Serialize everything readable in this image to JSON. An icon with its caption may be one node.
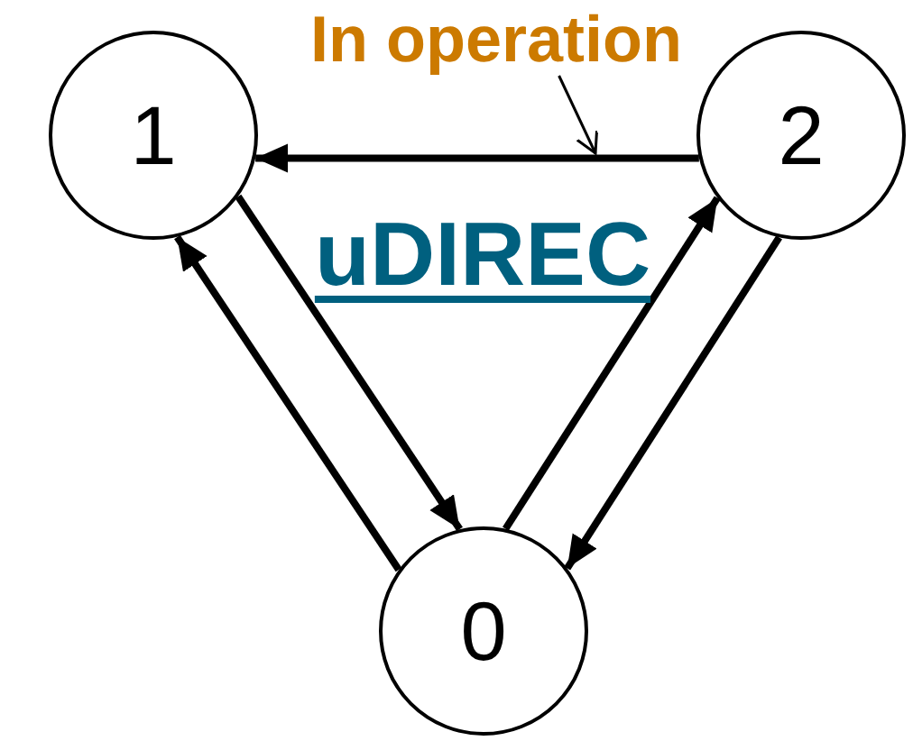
{
  "diagram": {
    "nodes": [
      {
        "text": [
          "In operation"
        ]
      },
      {
        "text": [
          "1"
        ]
      },
      {
        "text": [
          "2"
        ]
      },
      {
        "text": [
          "0"
        ]
      }
    ],
    "edges": [
      {
        "from": 2,
        "to": 1,
        "arrow": "to"
      },
      {
        "from": 1,
        "to": 3,
        "arrow": "to"
      },
      {
        "from": 3,
        "to": 1,
        "arrow": "to"
      },
      {
        "from": 3,
        "to": 2,
        "arrow": "to"
      },
      {
        "from": 2,
        "to": 3,
        "arrow": "to"
      },
      {
        "from": 0,
        "to": null,
        "arrow": "to"
      }
    ],
    "labels": [
      "uDIREC"
    ]
  }
}
